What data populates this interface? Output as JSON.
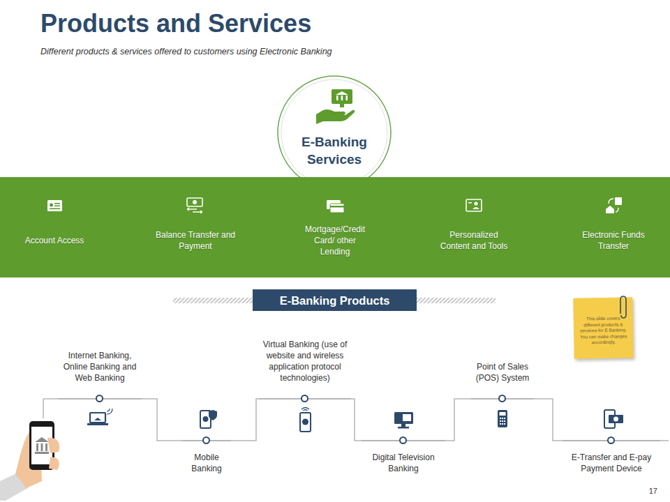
{
  "diagram": {
    "title": "Products and Services",
    "caption": "Different products & services offered to customers using Electronic Banking",
    "nodes": [
      {
        "text": [
          "E-Banking Services"
        ]
      },
      {
        "text": [
          "Account Access",
          "Balance Transfer and Payment",
          "Mortgage/Credit Card/ other Lending",
          "Personalized Content and Tools",
          "Electronic Funds Transfer"
        ]
      },
      {
        "text": [
          "E-Banking Products"
        ]
      },
      {
        "text": [
          "This slide covers different products & services for E Banking. You can make changes accordingly."
        ]
      },
      {
        "text": [
          "Internet Banking, Online Banking and Web Banking"
        ]
      },
      {
        "text": [
          "Mobile Banking"
        ]
      },
      {
        "text": [
          "Virtual Banking (use of website and wireless application protocol technologies)"
        ]
      },
      {
        "text": [
          "Digital Television Banking"
        ]
      },
      {
        "text": [
          "Point of Sales (POS) System"
        ]
      },
      {
        "text": [
          "E-Transfer and E-pay Payment Device"
        ]
      }
    ],
    "edges": [
      {
        "from": 4,
        "to": 5,
        "arrow": "none"
      },
      {
        "from": 5,
        "to": 6,
        "arrow": "none"
      },
      {
        "from": 6,
        "to": 7,
        "arrow": "none"
      },
      {
        "from": 7,
        "to": 8,
        "arrow": "none"
      },
      {
        "from": 8,
        "to": 9,
        "arrow": "none"
      }
    ],
    "labels": [
      "17"
    ]
  }
}
